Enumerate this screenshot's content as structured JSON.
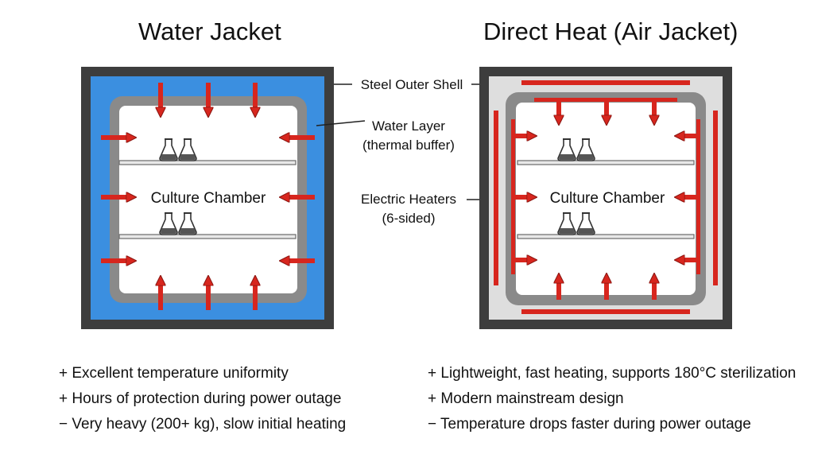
{
  "colors": {
    "outer_shell": "#3d3d3d",
    "water": "#3b8fe0",
    "air_gap": "#dedede",
    "inner_wall": "#8a8a8a",
    "heater": "#d7261e",
    "chamber": "#ffffff"
  },
  "left_panel": {
    "title": "Water Jacket",
    "chamber_label": "Culture Chamber",
    "callouts": {
      "shell_label": "Steel Outer Shell",
      "water_line1": "Water Layer",
      "water_line2": "(thermal buffer)"
    },
    "bullets": [
      "+ Excellent temperature uniformity",
      "+ Hours of protection during power outage",
      "− Very heavy (200+ kg), slow initial heating"
    ]
  },
  "right_panel": {
    "title": "Direct Heat (Air Jacket)",
    "chamber_label": "Culture Chamber",
    "callouts": {
      "heater_line1": "Electric Heaters",
      "heater_line2": "(6-sided)"
    },
    "bullets": [
      "+ Lightweight, fast heating, supports 180°C sterilization",
      "+ Modern mainstream design",
      "− Temperature drops faster during power outage"
    ]
  }
}
